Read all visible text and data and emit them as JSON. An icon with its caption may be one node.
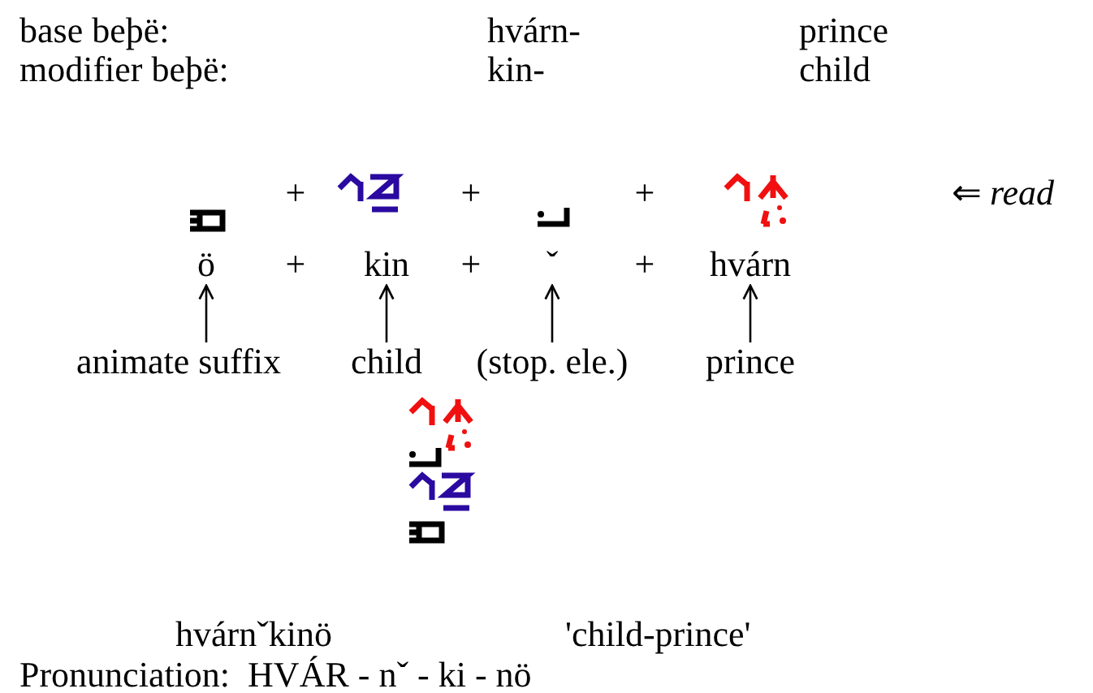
{
  "diagram": {
    "nodes": [
      {
        "text": [
          "ö"
        ]
      },
      {
        "text": [
          "kin"
        ]
      },
      {
        "text": [
          "ˇ"
        ]
      },
      {
        "text": [
          "hvárn"
        ]
      },
      {
        "text": [
          "animate suffix"
        ]
      },
      {
        "text": [
          "child"
        ]
      },
      {
        "text": [
          "(stop. ele.)"
        ]
      },
      {
        "text": [
          "prince"
        ]
      }
    ],
    "edges": [
      {
        "from": 4,
        "to": 0,
        "arrow": "to"
      },
      {
        "from": 5,
        "to": 1,
        "arrow": "to"
      },
      {
        "from": 6,
        "to": 2,
        "arrow": "to"
      },
      {
        "from": 7,
        "to": 3,
        "arrow": "to"
      }
    ],
    "labels": [
      "base beþë:",
      "hvárn-",
      "prince",
      "modifier beþë:",
      "kin-",
      "child",
      "+",
      "+",
      "+",
      "⇐ *read*",
      "+",
      "+",
      "+",
      "hvárnˇkinö",
      "'child-prince'",
      "Pronunciation:  HVÁR - nˇ - ki - nö"
    ]
  }
}
